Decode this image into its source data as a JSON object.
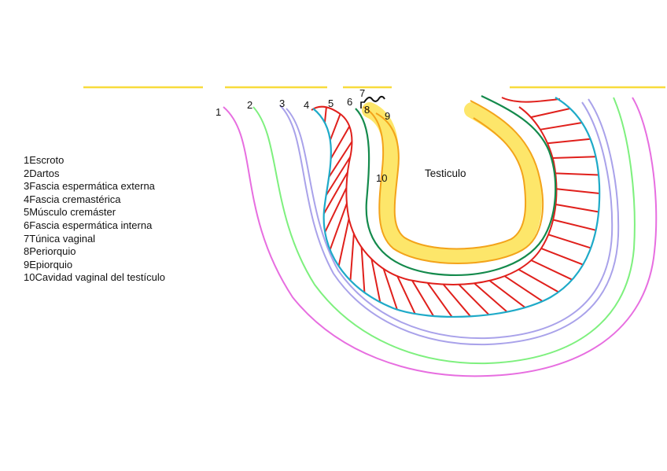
{
  "colors": {
    "escroto": "#e76ee0",
    "dartos": "#7ef07e",
    "fascia_externa": "#a9a2ea",
    "fascia_cremasterica": "#1eaac8",
    "musculo_cremaster": "#e0201c",
    "fascia_interna": "#148a4c",
    "vaginal": "#f3a31a",
    "vaginal_fill": "#fde66a",
    "top_line": "#f8dc3c",
    "tunica": "#111111"
  },
  "diagram": {
    "numbers": [
      "1",
      "2",
      "3",
      "4",
      "5",
      "6",
      "7",
      "8",
      "9",
      "10"
    ],
    "testicle_label": "Testiculo"
  },
  "legend": {
    "items": [
      "1Escroto",
      "2Dartos",
      "3Fascia espermática externa",
      "4Fascia cremastérica",
      "5Músculo cremáster",
      "6Fascia espermática interna",
      "7Túnica vaginal",
      "8Periorquio",
      "9Epiorquio",
      "10Cavidad vaginal del testículo"
    ]
  }
}
